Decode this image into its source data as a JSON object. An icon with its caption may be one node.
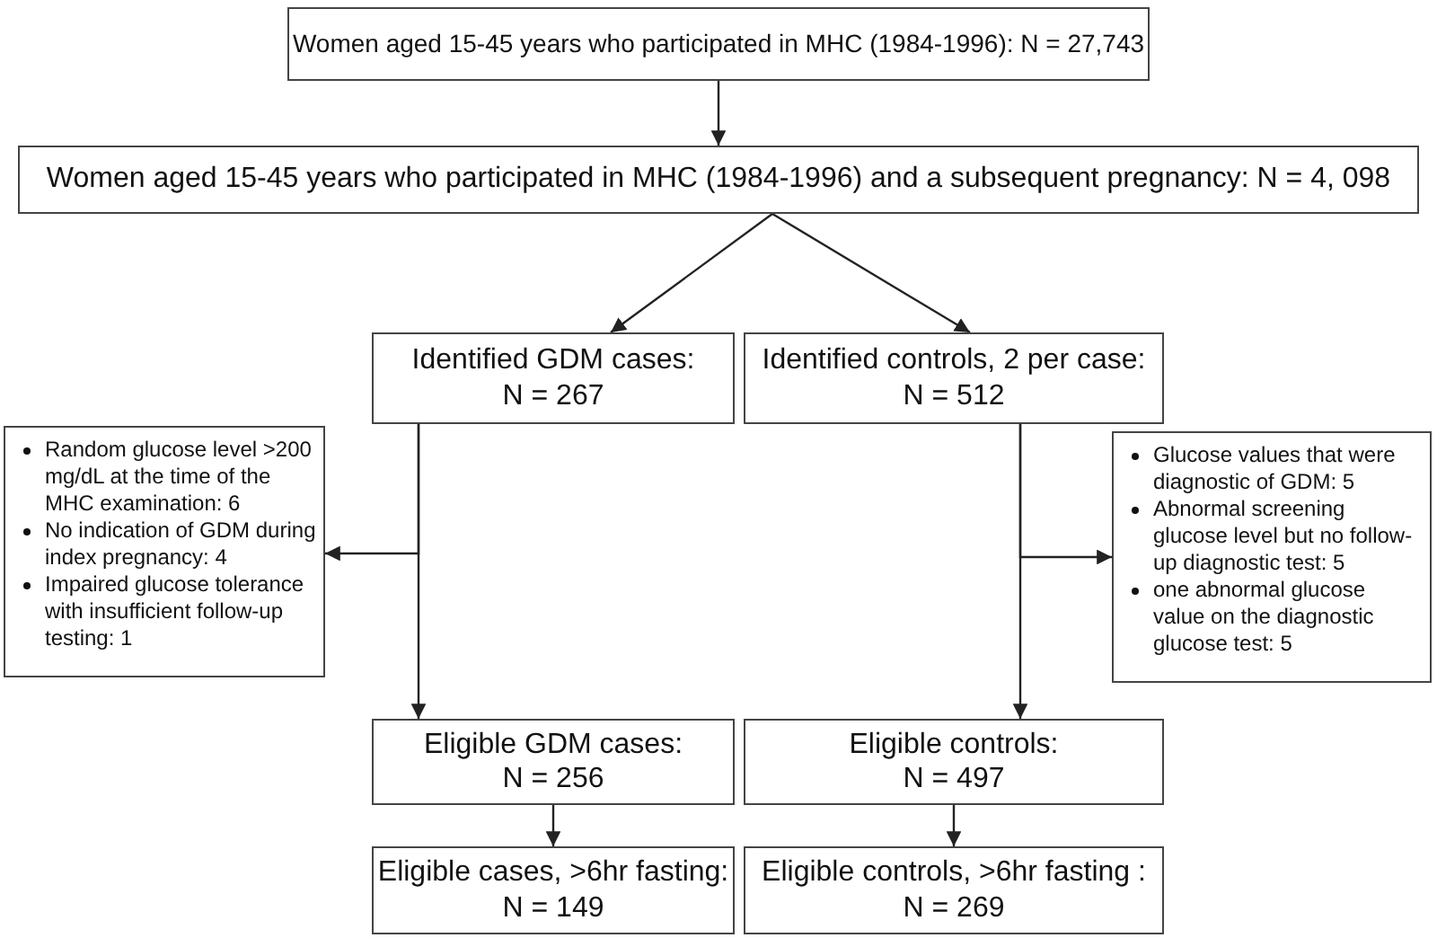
{
  "diagram": {
    "nodes": [
      {
        "text": [
          "Women aged 15-45 years who participated in MHC (1984-1996): N = 27,743"
        ]
      },
      {
        "text": [
          "Women aged 15-45 years who participated in MHC (1984-1996) and a subsequent pregnancy: N = 4, 098"
        ]
      },
      {
        "text": [
          "Identified GDM cases:",
          "N = 267"
        ]
      },
      {
        "text": [
          "Identified controls, 2 per case:",
          "N = 512"
        ]
      },
      {
        "text": [
          "Random glucose level >200 mg/dL at the time of the MHC examination: 6",
          "No indication of GDM during index pregnancy: 4",
          "Impaired glucose tolerance with insufficient follow-up testing: 1"
        ]
      },
      {
        "text": [
          "Glucose values that were diagnostic of GDM: 5",
          "Abnormal screening glucose level but no follow-up diagnostic test: 5",
          "one abnormal glucose value on the diagnostic glucose test: 5"
        ]
      },
      {
        "text": [
          "Eligible GDM cases:",
          "N = 256"
        ]
      },
      {
        "text": [
          "Eligible controls:",
          "N = 497"
        ]
      },
      {
        "text": [
          "Eligible cases, >6hr fasting:",
          "N = 149"
        ]
      },
      {
        "text": [
          "Eligible controls, >6hr fasting :",
          "N = 269"
        ]
      }
    ],
    "edges": [
      {
        "from": 0,
        "to": 1,
        "arrow": "to"
      },
      {
        "from": 1,
        "to": 2,
        "arrow": "to"
      },
      {
        "from": 1,
        "to": 3,
        "arrow": "to"
      },
      {
        "from": 2,
        "to": 4,
        "arrow": "to"
      },
      {
        "from": 2,
        "to": 6,
        "arrow": "to"
      },
      {
        "from": 3,
        "to": 5,
        "arrow": "to"
      },
      {
        "from": 3,
        "to": 7,
        "arrow": "to"
      },
      {
        "from": 6,
        "to": 8,
        "arrow": "to"
      },
      {
        "from": 7,
        "to": 9,
        "arrow": "to"
      }
    ]
  }
}
